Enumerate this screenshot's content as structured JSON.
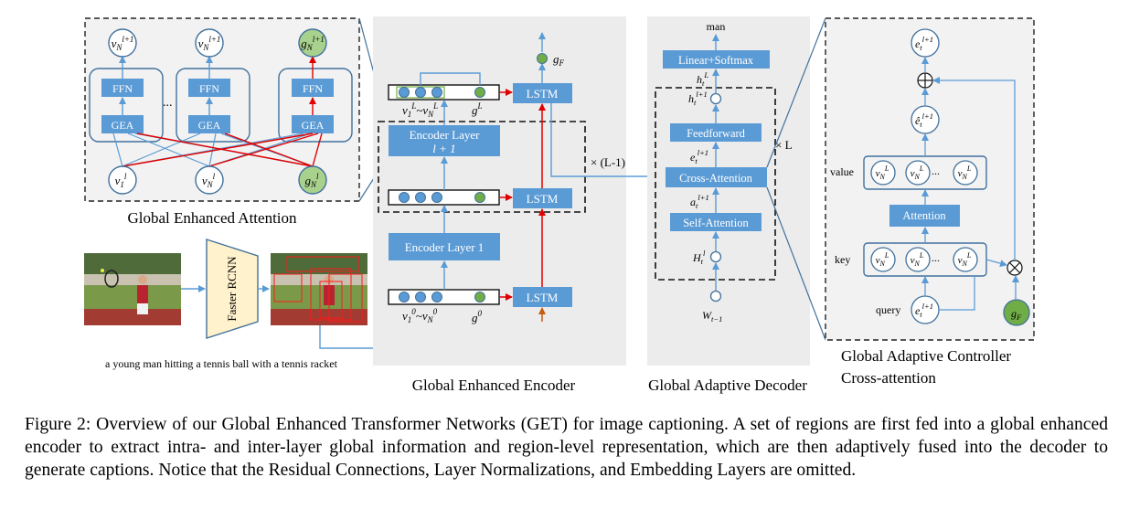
{
  "figure": {
    "attention": {
      "title": "Global Enhanced Attention",
      "ffn": "FFN",
      "gea": "GEA",
      "dots": "...",
      "out_nodes": [
        "v",
        "v",
        "g"
      ],
      "in_nodes": [
        "v",
        "v",
        "g"
      ]
    },
    "pipeline": {
      "detector": "Faster RCNN",
      "image_caption": "a young man hitting a tennis ball with a tennis racket"
    },
    "encoder": {
      "title": "Global Enhanced Encoder",
      "layer_top_line1": "Encoder Layer",
      "layer_top_line2": "l + 1",
      "layer_1": "Encoder Layer 1",
      "lstm": "LSTM",
      "repeat": "× (L-1)",
      "gf": "g",
      "top_regions": "v",
      "top_g": "g",
      "bottom_regions": "v",
      "bottom_g": "g"
    },
    "decoder": {
      "title": "Global Adaptive Decoder",
      "output_word": "man",
      "linear": "Linear+Softmax",
      "feedforward": "Feedforward",
      "cross": "Cross-Attention",
      "self": "Self-Attention",
      "repeat": "× L",
      "h_L": "h",
      "h_l1": "h",
      "e_l1": "e",
      "a_l1": "a",
      "H_l": "H",
      "W": "W"
    },
    "controller": {
      "title_line1": "Global Adaptive Controller",
      "title_line2": "Cross-attention",
      "attention": "Attention",
      "value_label": "value",
      "key_label": "key",
      "query_label": "query",
      "e_out": "e",
      "e_mid": "ê",
      "e_query": "e",
      "gf": "g",
      "node": "v"
    }
  },
  "caption": "Figure 2: Overview of our Global Enhanced Transformer Networks (GET) for image captioning. A set of regions are first fed into a global enhanced encoder to extract intra- and inter-layer global information and region-level representation, which are then adaptively fused into the decoder to generate captions. Notice that the Residual Connections, Layer Normalizations, and Embedding Layers are omitted."
}
